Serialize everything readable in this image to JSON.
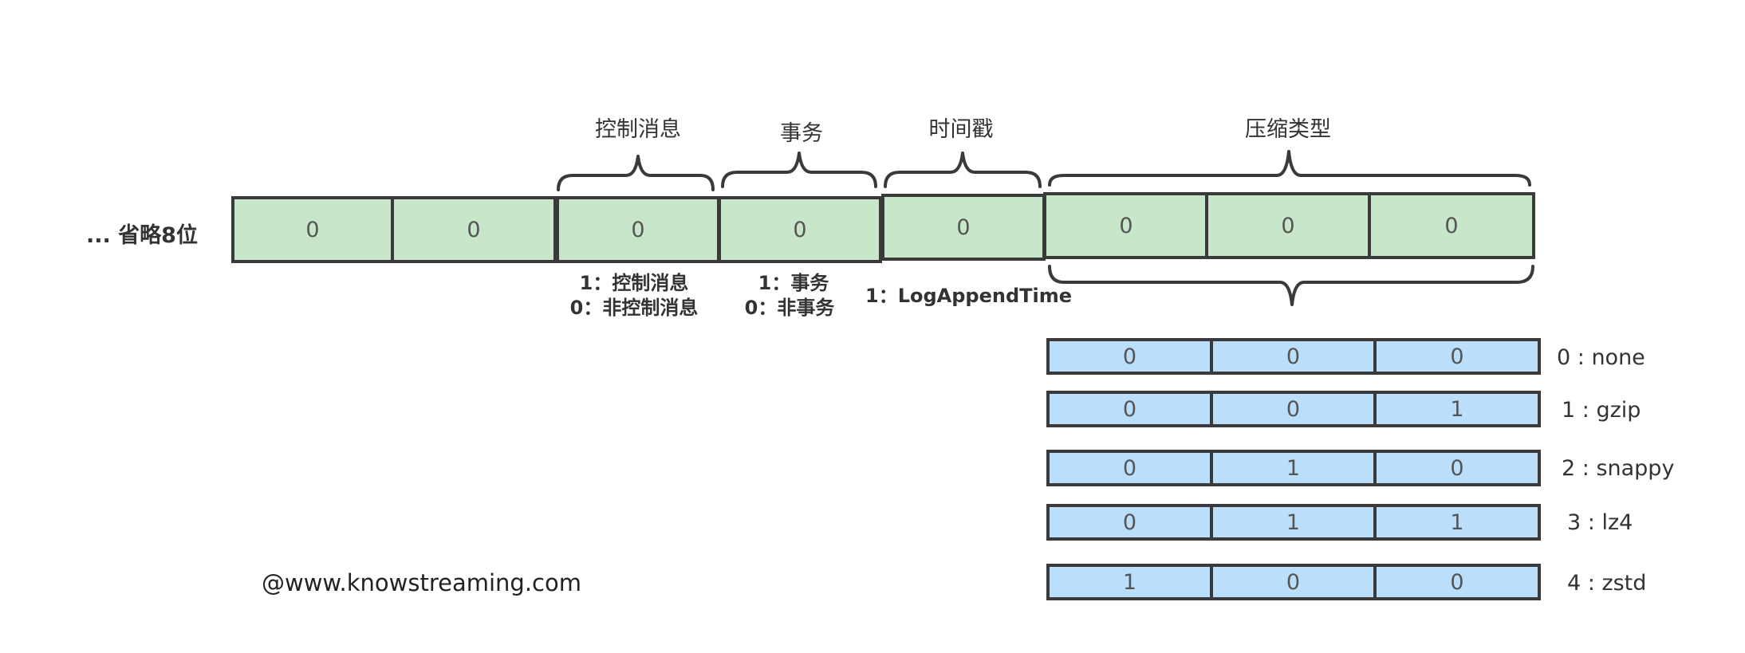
{
  "left_label": "... 省略8位",
  "watermark": "@www.knowstreaming.com",
  "top_bits": [
    "0",
    "0",
    "0",
    "0",
    "0",
    "0",
    "0",
    "0"
  ],
  "headers": {
    "control": "控制消息",
    "transaction": "事务",
    "timestamp": "时间戳",
    "compression": "压缩类型"
  },
  "notes": {
    "control_1": "1：控制消息",
    "control_0": "0：非控制消息",
    "transaction_1": "1：事务",
    "transaction_0": "0：非事务",
    "timestamp_1": "1：LogAppendTime"
  },
  "compression_table": [
    {
      "bits": [
        "0",
        "0",
        "0"
      ],
      "label": "0 : none"
    },
    {
      "bits": [
        "0",
        "0",
        "1"
      ],
      "label": "1 : gzip"
    },
    {
      "bits": [
        "0",
        "1",
        "0"
      ],
      "label": "2 : snappy"
    },
    {
      "bits": [
        "0",
        "1",
        "1"
      ],
      "label": "3 : lz4"
    },
    {
      "bits": [
        "1",
        "0",
        "0"
      ],
      "label": "4 : zstd"
    }
  ],
  "colors": {
    "bit_fill_top": "#c8e6c9",
    "bit_fill_table": "#bbdefb",
    "stroke": "#3a3a3a"
  }
}
